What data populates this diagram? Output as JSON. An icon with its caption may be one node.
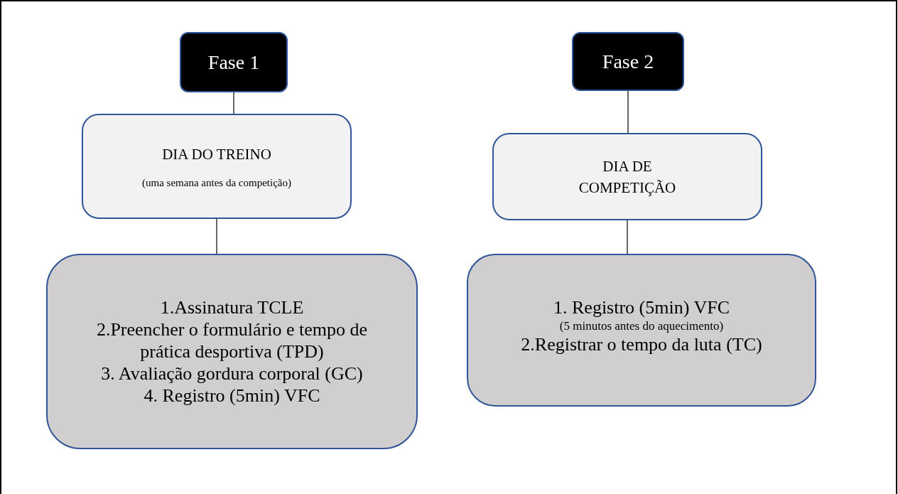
{
  "diagram": {
    "nodes": [
      {
        "text": [
          "Fase 1"
        ]
      },
      {
        "text": [
          "DIA DO TREINO",
          "(uma semana antes da competição)"
        ]
      },
      {
        "text": [
          "1.Assinatura TCLE",
          "2.Preencher o formulário e tempo de prática desportiva (TPD)",
          "3. Avaliação gordura corporal (GC)",
          "4. Registro (5min) VFC"
        ]
      },
      {
        "text": [
          "Fase 2"
        ]
      },
      {
        "text": [
          "DIA DE COMPETIÇÃO"
        ]
      },
      {
        "text": [
          "1. Registro (5min) VFC",
          "(5 minutos antes do aquecimento)",
          "2.Registrar o tempo da luta (TC)"
        ]
      }
    ],
    "edges": [
      {
        "from": 0,
        "to": 1,
        "arrow": "none"
      },
      {
        "from": 1,
        "to": 2,
        "arrow": "none"
      },
      {
        "from": 3,
        "to": 4,
        "arrow": "none"
      },
      {
        "from": 4,
        "to": 5,
        "arrow": "none"
      }
    ]
  }
}
